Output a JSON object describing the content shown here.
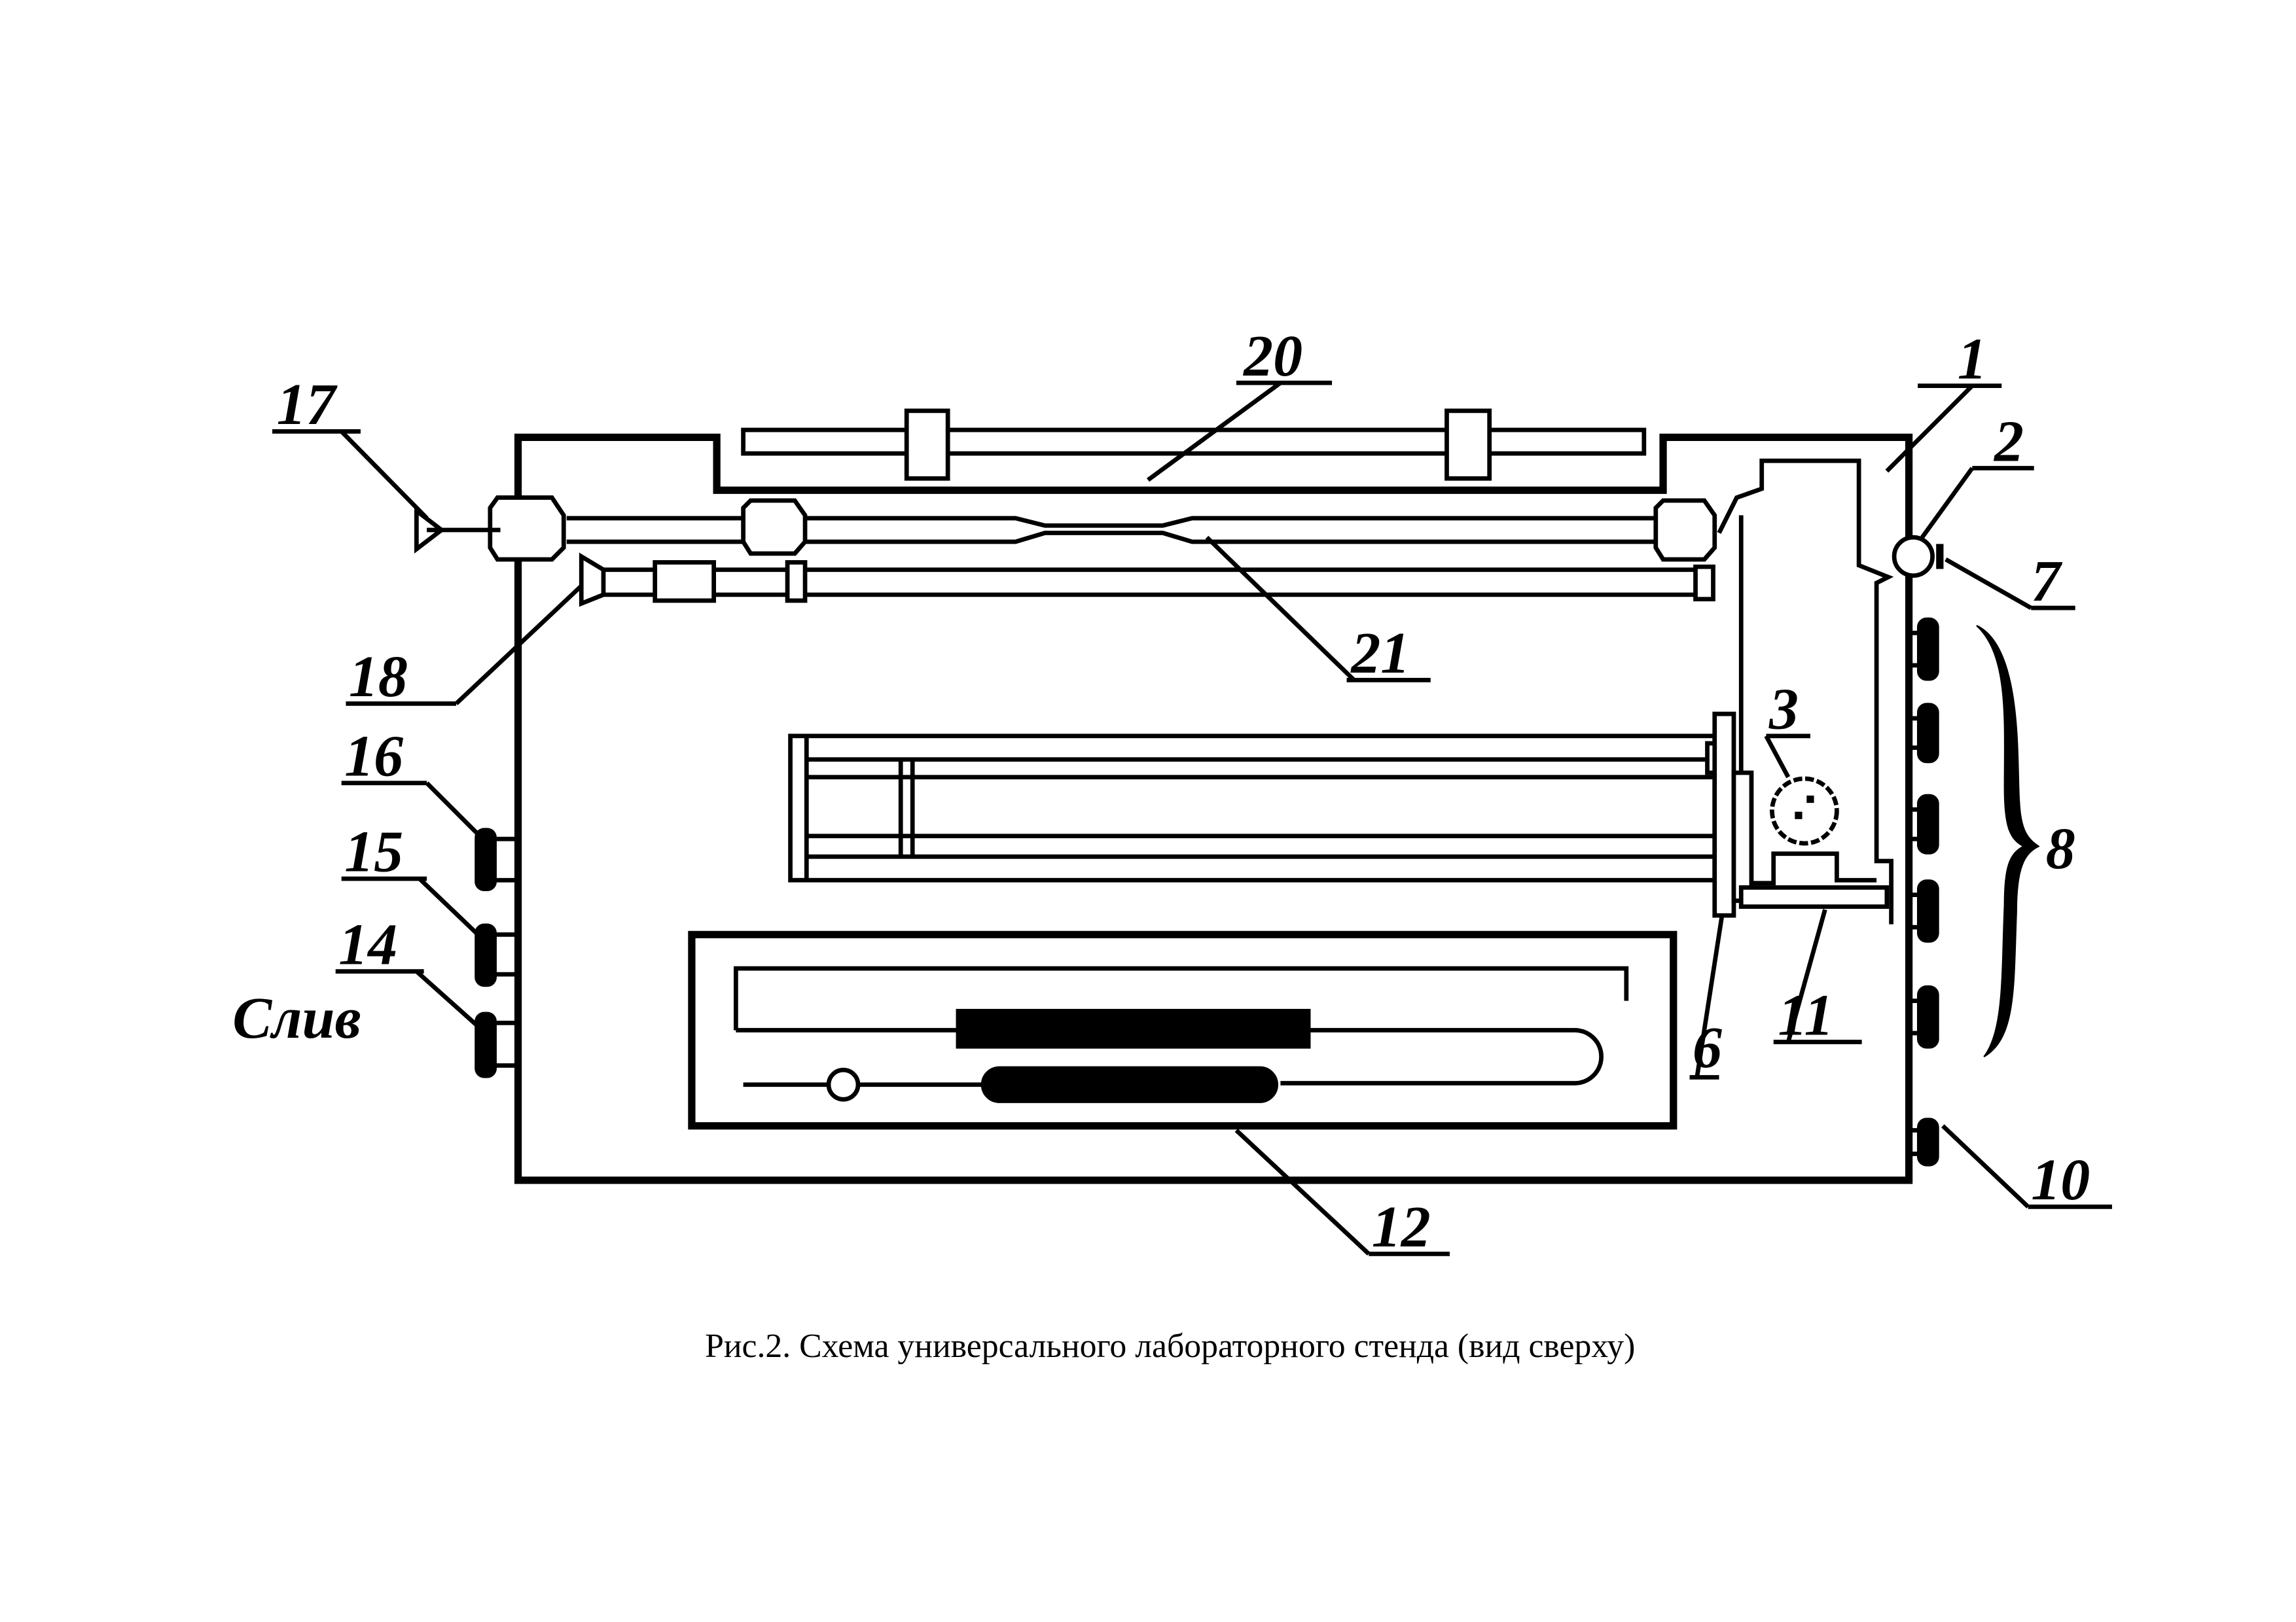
{
  "figure": {
    "caption": "Рис.2. Схема универсального лабораторного стенда (вид сверху)",
    "labels": {
      "l1": "1",
      "l2": "2",
      "l3": "3",
      "l6": "6",
      "l7": "7",
      "l8": "8",
      "l10": "10",
      "l11": "11",
      "l12": "12",
      "l14": "14",
      "l15": "15",
      "l16": "16",
      "l17": "17",
      "l18": "18",
      "l20": "20",
      "l21": "21",
      "drain": "Слив"
    }
  }
}
